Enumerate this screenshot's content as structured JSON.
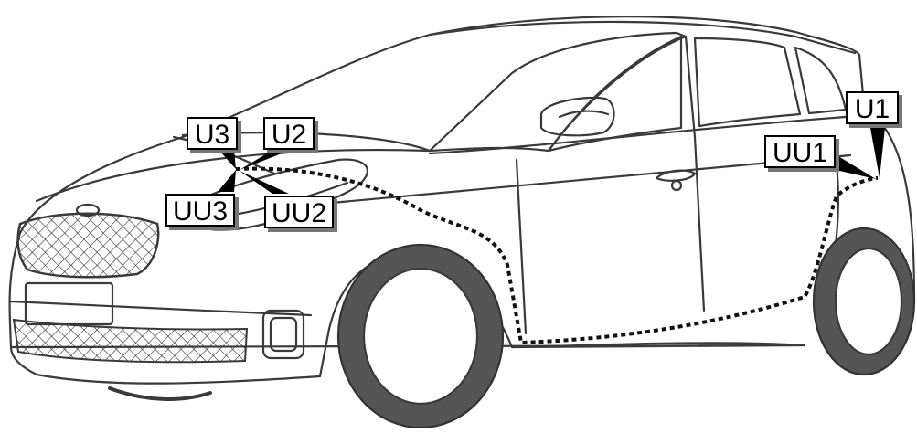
{
  "callouts": {
    "u1": "U1",
    "uu1": "UU1",
    "u2": "U2",
    "uu2": "UU2",
    "u3": "U3",
    "uu3": "UU3"
  }
}
